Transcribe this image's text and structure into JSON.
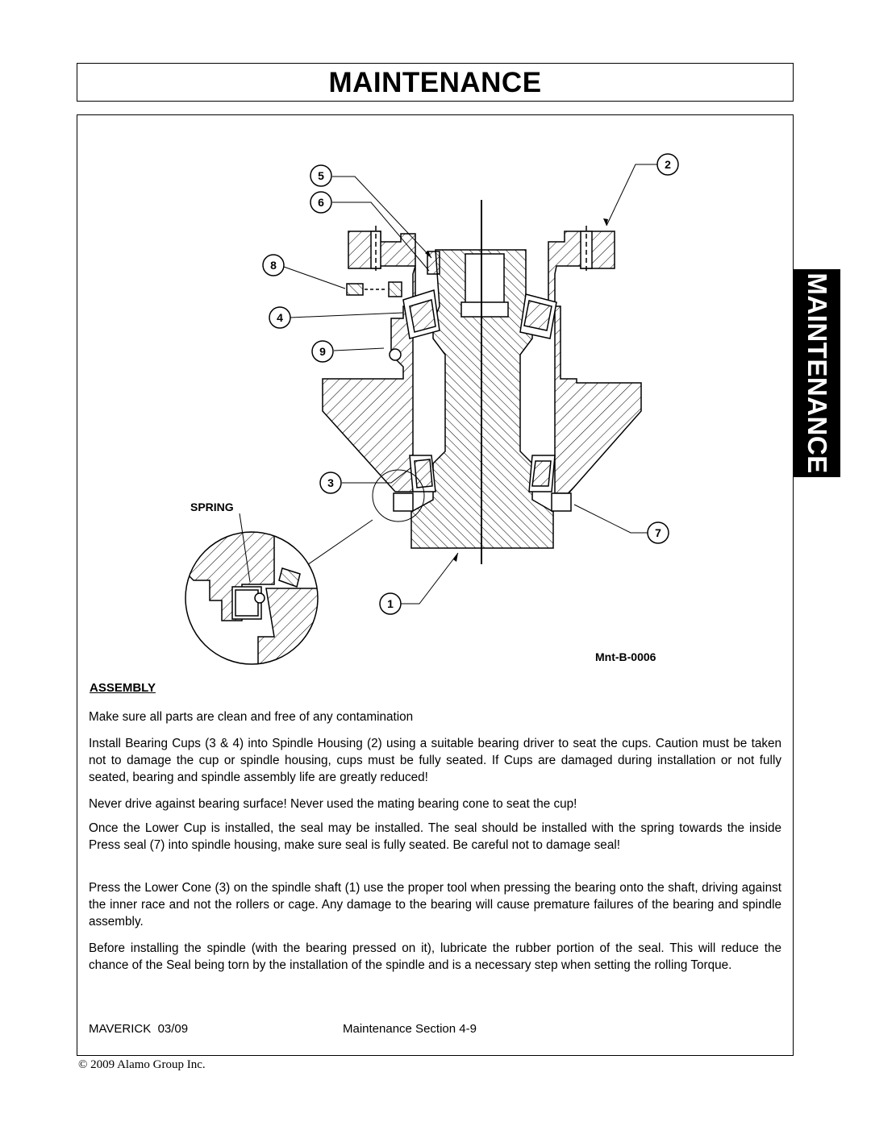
{
  "header": {
    "title": "MAINTENANCE"
  },
  "side_tab": {
    "label": "MAINTENANCE"
  },
  "figure": {
    "callouts": [
      "5",
      "6",
      "2",
      "8",
      "4",
      "9",
      "3",
      "7",
      "1"
    ],
    "spring_label": "SPRING",
    "figure_id": "Mnt-B-0006"
  },
  "section": {
    "heading": "ASSEMBLY",
    "paragraphs": [
      "Make sure all parts are clean and free of any contamination",
      "Install Bearing Cups (3 & 4) into Spindle Housing (2) using a suitable bearing driver to seat the cups.  Caution must be taken not to damage the cup or spindle housing, cups must be fully seated.  If  Cups are damaged during installation or not fully seated, bearing and spindle assembly life are greatly reduced!",
      "Never drive against bearing surface!  Never used the mating bearing cone to seat  the cup!",
      "Once the Lower Cup is installed, the seal may be installed.  The seal should be installed with the spring towards the inside Press seal (7) into spindle housing, make sure seal is fully seated.  Be careful not to damage seal!",
      "Press the Lower Cone (3) on the spindle shaft (1) use the proper tool when pressing the bearing onto the shaft, driving against the inner race and not the rollers or cage.  Any damage to the bearing will cause premature failures of the bearing and spindle assembly.",
      "Before installing the spindle (with the bearing pressed on it), lubricate the rubber portion of the seal.  This will reduce the chance of the Seal being torn by the installation of the spindle and is a necessary step when setting the rolling Torque."
    ]
  },
  "footer": {
    "model": "MAVERICK  03/09",
    "section": "Maintenance Section 4-9",
    "copyright": "© 2009 Alamo Group Inc."
  }
}
